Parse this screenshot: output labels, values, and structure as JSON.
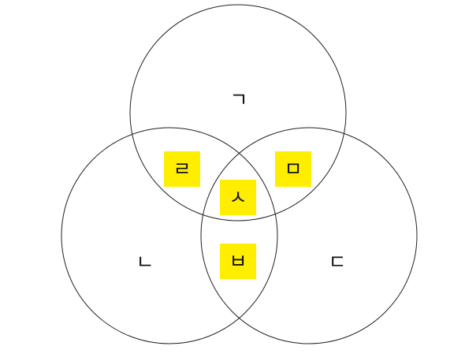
{
  "venn": {
    "highlight_color": "#ffee00",
    "regions": {
      "top_only": "ㄱ",
      "left_only": "ㄴ",
      "right_only": "ㄷ",
      "top_left": "ㄹ",
      "top_right": "ㅁ",
      "left_right": "ㅂ",
      "all_three": "ㅅ"
    }
  }
}
